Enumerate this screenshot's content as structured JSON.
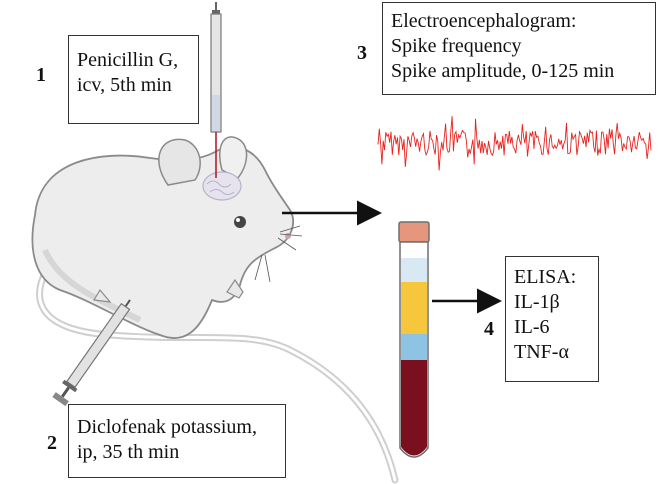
{
  "steps": [
    {
      "number": "1",
      "lines": [
        "Penicillin G,",
        "icv, 5th min"
      ]
    },
    {
      "number": "2",
      "lines": [
        "Diclofenak potassium,",
        "ip, 35 th min"
      ]
    },
    {
      "number": "3",
      "lines": [
        "Electroencephalogram:",
        "Spike frequency",
        "Spike amplitude, 0-125 min"
      ]
    },
    {
      "number": "4",
      "lines": [
        "ELISA:",
        "IL-1β",
        "IL-6",
        "TNF-α"
      ]
    }
  ],
  "colors": {
    "eeg_trace": "#e8231f",
    "tube_cap": "#e7967e",
    "tube_serum": "#f6c63c",
    "tube_buffy": "#8fc3e4",
    "tube_blood": "#7a0f1e",
    "mouse_body": "#ededed"
  }
}
